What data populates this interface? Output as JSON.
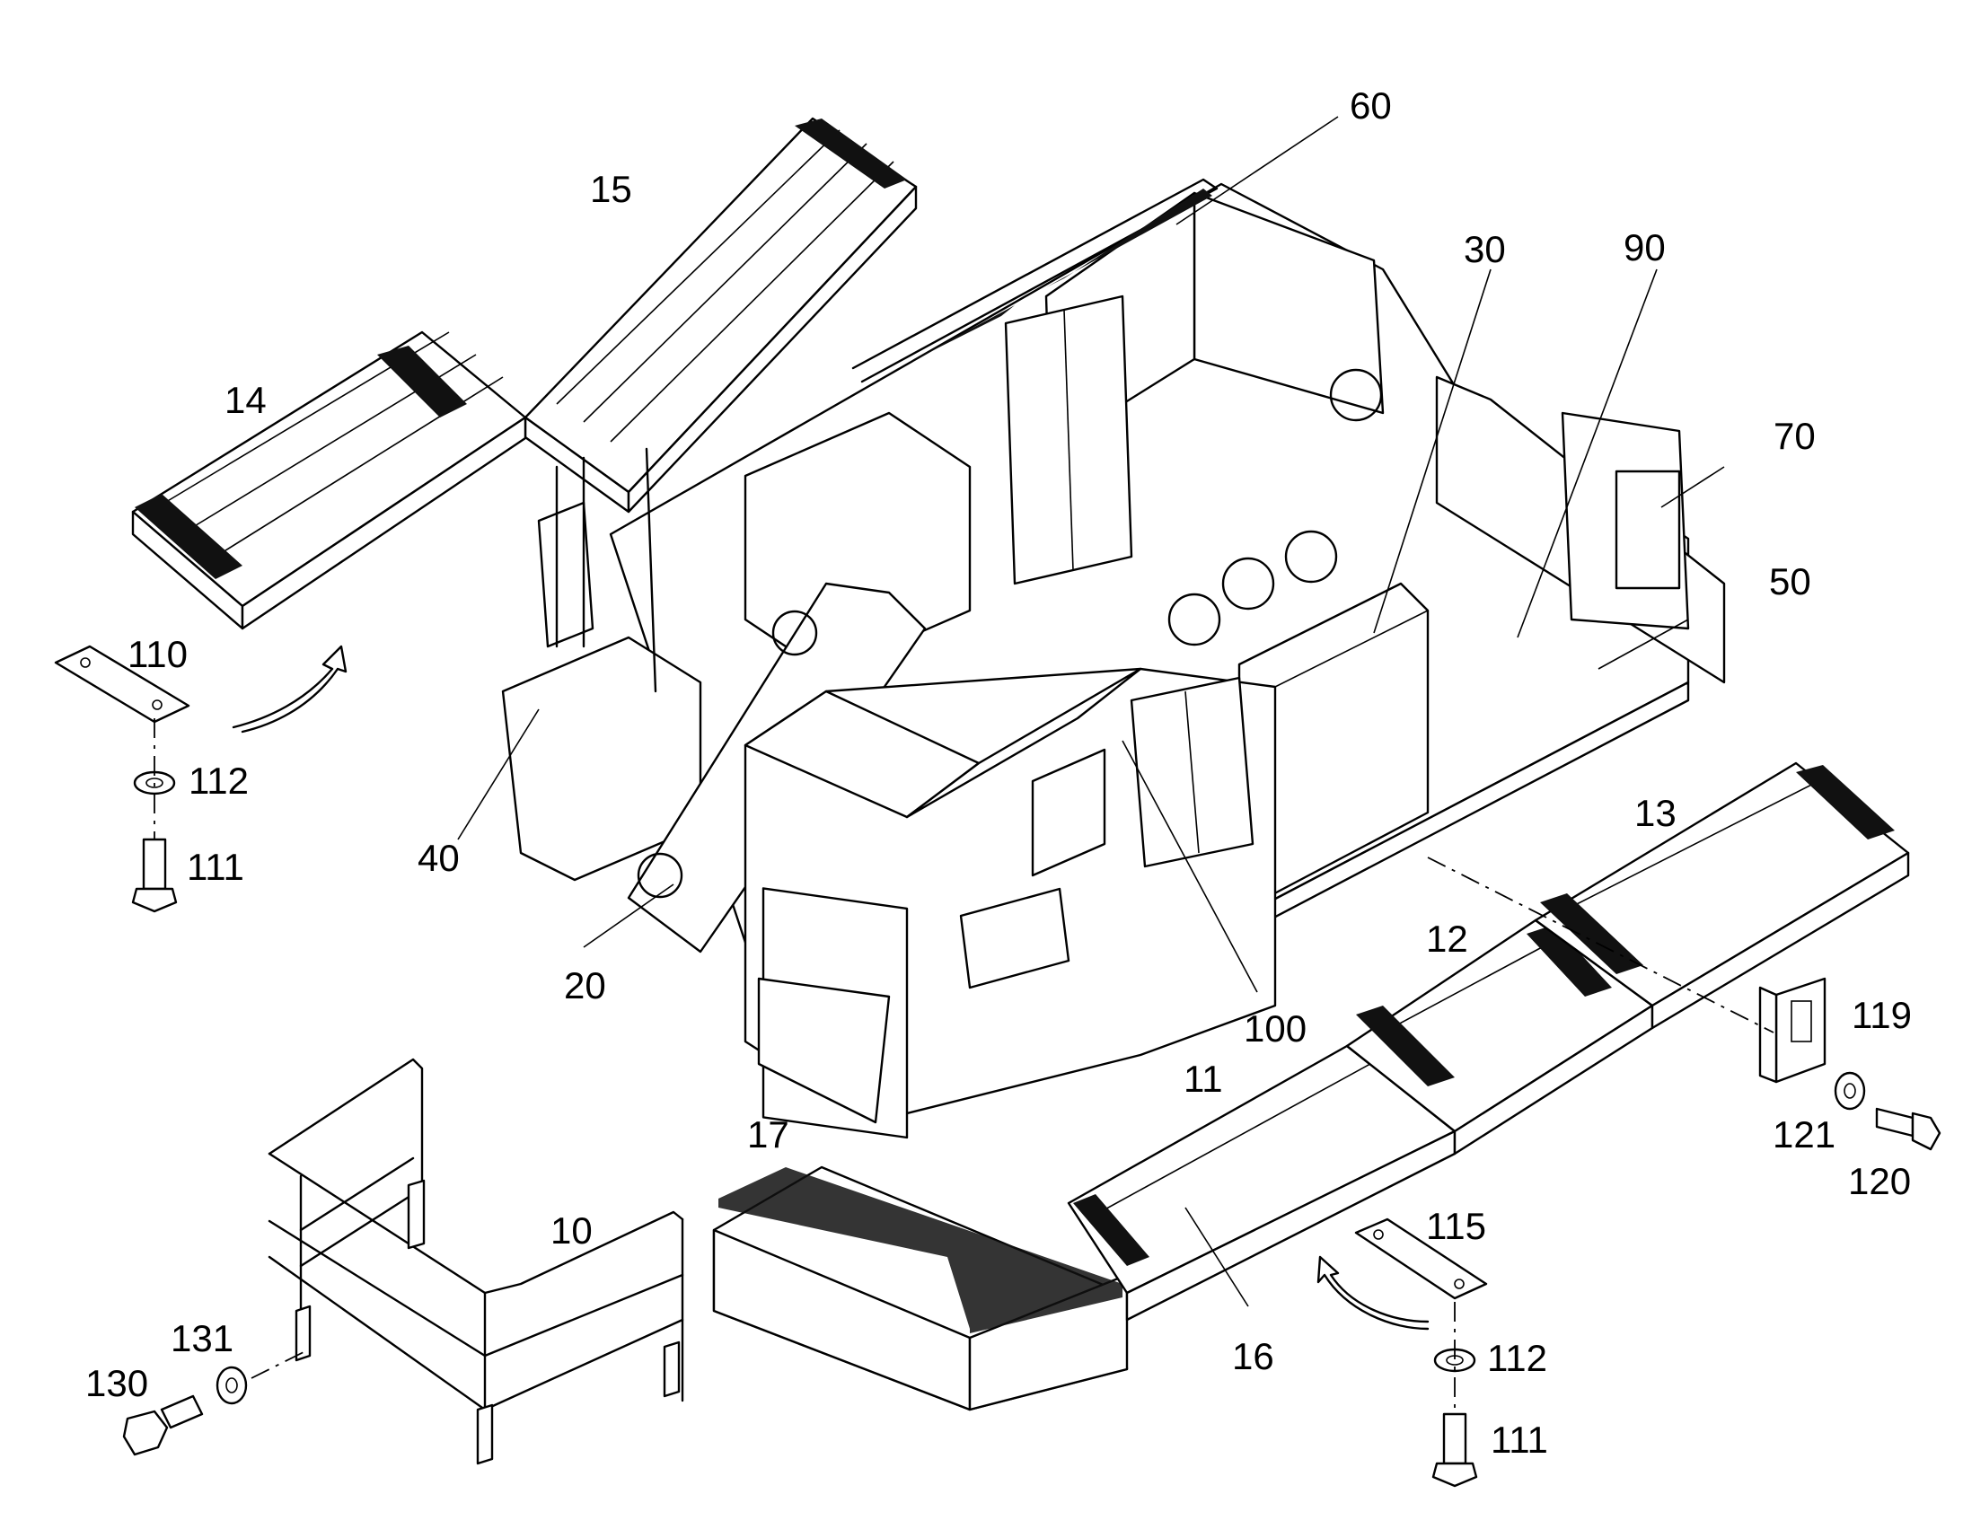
{
  "figure": {
    "background": "#ffffff",
    "line_color": "#000000",
    "labels": {
      "l10": "10",
      "l11": "11",
      "l12": "12",
      "l13": "13",
      "l14": "14",
      "l15": "15",
      "l16": "16",
      "l17": "17",
      "l20": "20",
      "l30": "30",
      "l40": "40",
      "l50": "50",
      "l60": "60",
      "l70": "70",
      "l90": "90",
      "l100": "100",
      "l110": "110",
      "l111a": "111",
      "l111b": "111",
      "l112a": "112",
      "l112b": "112",
      "l115": "115",
      "l119": "119",
      "l120": "120",
      "l121": "121",
      "l130": "130",
      "l131": "131"
    }
  }
}
